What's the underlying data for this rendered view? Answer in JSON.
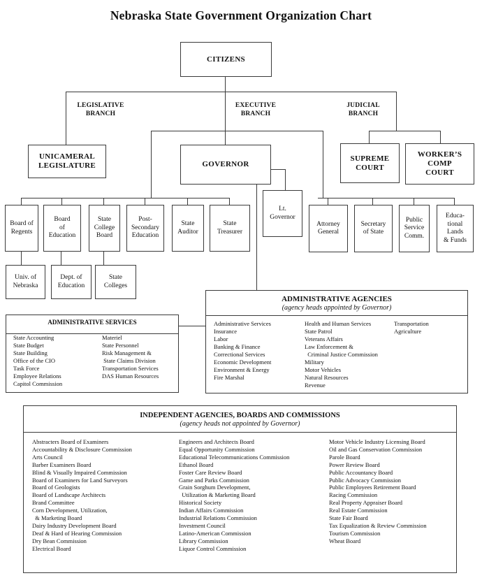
{
  "page_title": "Nebraska State Government Organization Chart",
  "colors": {
    "line": "#3a3a3a",
    "text": "#111111",
    "background": "#ffffff"
  },
  "nodes": {
    "citizens": "CITIZENS",
    "legislative_branch": "LEGISLATIVE\nBRANCH",
    "executive_branch": "EXECUTIVE\nBRANCH",
    "judicial_branch": "JUDICIAL\nBRANCH",
    "unicameral_legislature": "UNICAMERAL\nLEGISLATURE",
    "governor": "GOVERNOR",
    "supreme_court": "SUPREME\nCOURT",
    "workers_comp_court": "WORKER’S\nCOMP\nCOURT",
    "lt_governor": "Lt.\nGovernor",
    "board_of_regents": "Board of\nRegents",
    "board_of_education": "Board\nof\nEducation",
    "state_college_board": "State\nCollege\nBoard",
    "post_secondary_education": "Post-\nSecondary\nEducation",
    "state_auditor": "State\nAuditor",
    "state_treasurer": "State\nTreasurer",
    "attorney_general": "Attorney\nGeneral",
    "secretary_of_state": "Secretary\nof State",
    "public_service_comm": "Public\nService\nComm.",
    "educational_lands_funds": "Educa-\ntional\nLands\n& Funds",
    "univ_of_nebraska": "Univ. of\nNebraska",
    "dept_of_education": "Dept. of\nEducation",
    "state_colleges": "State\nColleges"
  },
  "administrative_services": {
    "title": "ADMINISTRATIVE SERVICES",
    "col1": [
      "State Accounting",
      "State Budget",
      "State Building",
      "Office of the CIO",
      "Task Force",
      "Employee Relations",
      "Capitol Commission"
    ],
    "col2": [
      "Materiel",
      "State Personnel",
      "Risk Management &",
      " State Claims Division",
      "Transportation Services",
      "DAS Human Resources"
    ]
  },
  "administrative_agencies": {
    "title": "ADMINISTRATIVE AGENCIES",
    "subtitle": "(agency heads appointed by Governor)",
    "col1": [
      "Administrative Services",
      "Insurance",
      "Labor",
      "Banking & Finance",
      "Correctional Services",
      "Economic Development",
      "Environment & Energy",
      "Fire Marshal"
    ],
    "col2": [
      "Health and Human Services",
      "State Patrol",
      "Veterans Affairs",
      "Law Enforcement &",
      "  Criminal Justice Commission",
      "Military",
      "Motor Vehicles",
      "Natural Resources",
      "Revenue"
    ],
    "col3": [
      "Transportation",
      "Agriculture"
    ]
  },
  "independent_agencies": {
    "title": "INDEPENDENT AGENCIES, BOARDS AND COMMISSIONS",
    "subtitle": "(agency heads not appointed by Governor)",
    "col1": [
      "Abstracters Board of Examiners",
      "Accountability & Disclosure Commission",
      "Arts Council",
      "Barber Examiners Board",
      "Blind & Visually Impaired Commission",
      "Board of Examiners for Land Surveyors",
      "Board of Geologists",
      "Board of Landscape Architects",
      "Brand Committee",
      "Corn Development, Utilization,",
      "  & Marketing Board",
      "Dairy Industry Development Board",
      "Deaf & Hard of Hearing Commission",
      "Dry Bean Commission",
      "Electrical Board"
    ],
    "col2": [
      "Engineers and Architects Board",
      "Equal Opportunity Commission",
      "Educational Telecommunications Commission",
      "Ethanol Board",
      "Foster Care Review Board",
      "Game and Parks Commission",
      "Grain Sorghum Development,",
      "  Utilization & Marketing Board",
      "Historical Society",
      "Indian Affairs Commission",
      "Industrial Relations Commission",
      "Investment Council",
      "Latino-American Commission",
      "Library Commission",
      "Liquor Control Commission"
    ],
    "col3": [
      "Motor Vehicle Industry Licensing Board",
      "Oil and Gas Conservation Commission",
      "Parole Board",
      "Power Review Board",
      "Public Accountancy Board",
      "Public Advocacy Commission",
      "Public Employees Retirement Board",
      "Racing Commission",
      "Real Property Appraiser Board",
      "Real Estate Commission",
      "State Fair Board",
      "Tax Equalization & Review Commission",
      "Tourism Commission",
      "Wheat Board"
    ]
  }
}
